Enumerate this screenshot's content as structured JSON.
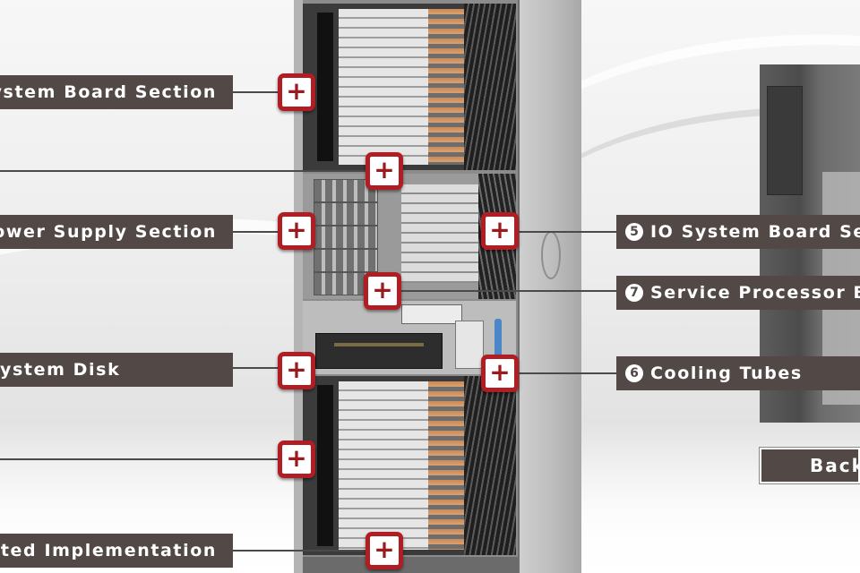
{
  "hotspot_symbol": "+",
  "colors": {
    "label_bg": "#524946",
    "label_text": "#ffffff",
    "hotspot_border": "#b01d22",
    "hotspot_icon": "#9b1a1e"
  },
  "left_labels": [
    {
      "id": "system-board-section",
      "text": "ystem Board Section"
    },
    {
      "id": "power-supply-section",
      "text": "ower Supply Section"
    },
    {
      "id": "system-disk",
      "text": "ystem Disk"
    },
    {
      "id": "implementation",
      "text": "anted Implementation"
    }
  ],
  "right_labels": [
    {
      "id": "io-system-board",
      "number": "5",
      "text": "IO System Board Se"
    },
    {
      "id": "service-processor",
      "number": "7",
      "text": "Service Processor B"
    },
    {
      "id": "cooling-tubes",
      "number": "6",
      "text": "Cooling Tubes"
    }
  ],
  "back_button": {
    "label": "Back"
  }
}
